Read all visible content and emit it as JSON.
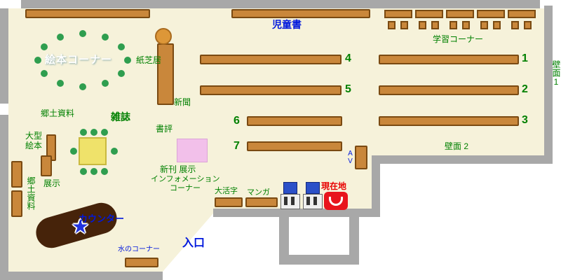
{
  "colors": {
    "floor": "#f6f2da",
    "wall": "#a8a8a8",
    "shelf": "#c9873b",
    "shelf_border": "#7a4a12",
    "counter_desk": "#46230a",
    "reading_table_yellow": "#efe26a",
    "chair_green": "#2f9e4f",
    "display_pink": "#f2c0ea",
    "round_table_orange": "#dd9738",
    "terminal_blue": "#2b50c8",
    "current_location_red": "#e8141c",
    "text_green": "#008000",
    "text_blue": "#0018dd",
    "text_red": "#e80000"
  },
  "labels": {
    "children_books": "児童書",
    "study_corner": "学習コーナー",
    "picture_book_corner": "絵本コーナー",
    "kamishibai": "紙芝居",
    "newspaper": "新聞",
    "local_materials": "郷土資料",
    "magazines": "雑誌",
    "large_picture_books_1": "大型",
    "large_picture_books_2": "絵本",
    "exhibit": "展示",
    "local_materials_side": "郷土資料",
    "book_review": "書評",
    "new_arrivals_exhibit": "新刊 展示",
    "information_line1": "インフォメーション",
    "information_line2": "コーナー",
    "large_print": "大活字",
    "manga": "マンガ",
    "current_location": "現在地",
    "counter": "カウンター",
    "water_corner": "水のコーナー",
    "entrance": "入口",
    "wall_face_1": "壁面1",
    "wall_face_2": "壁面 2",
    "av": "AV",
    "star": "★"
  },
  "shelf_numbers": {
    "s1": "1",
    "s2": "2",
    "s3": "3",
    "s4": "4",
    "s5": "5",
    "s6": "6",
    "s7": "7"
  }
}
